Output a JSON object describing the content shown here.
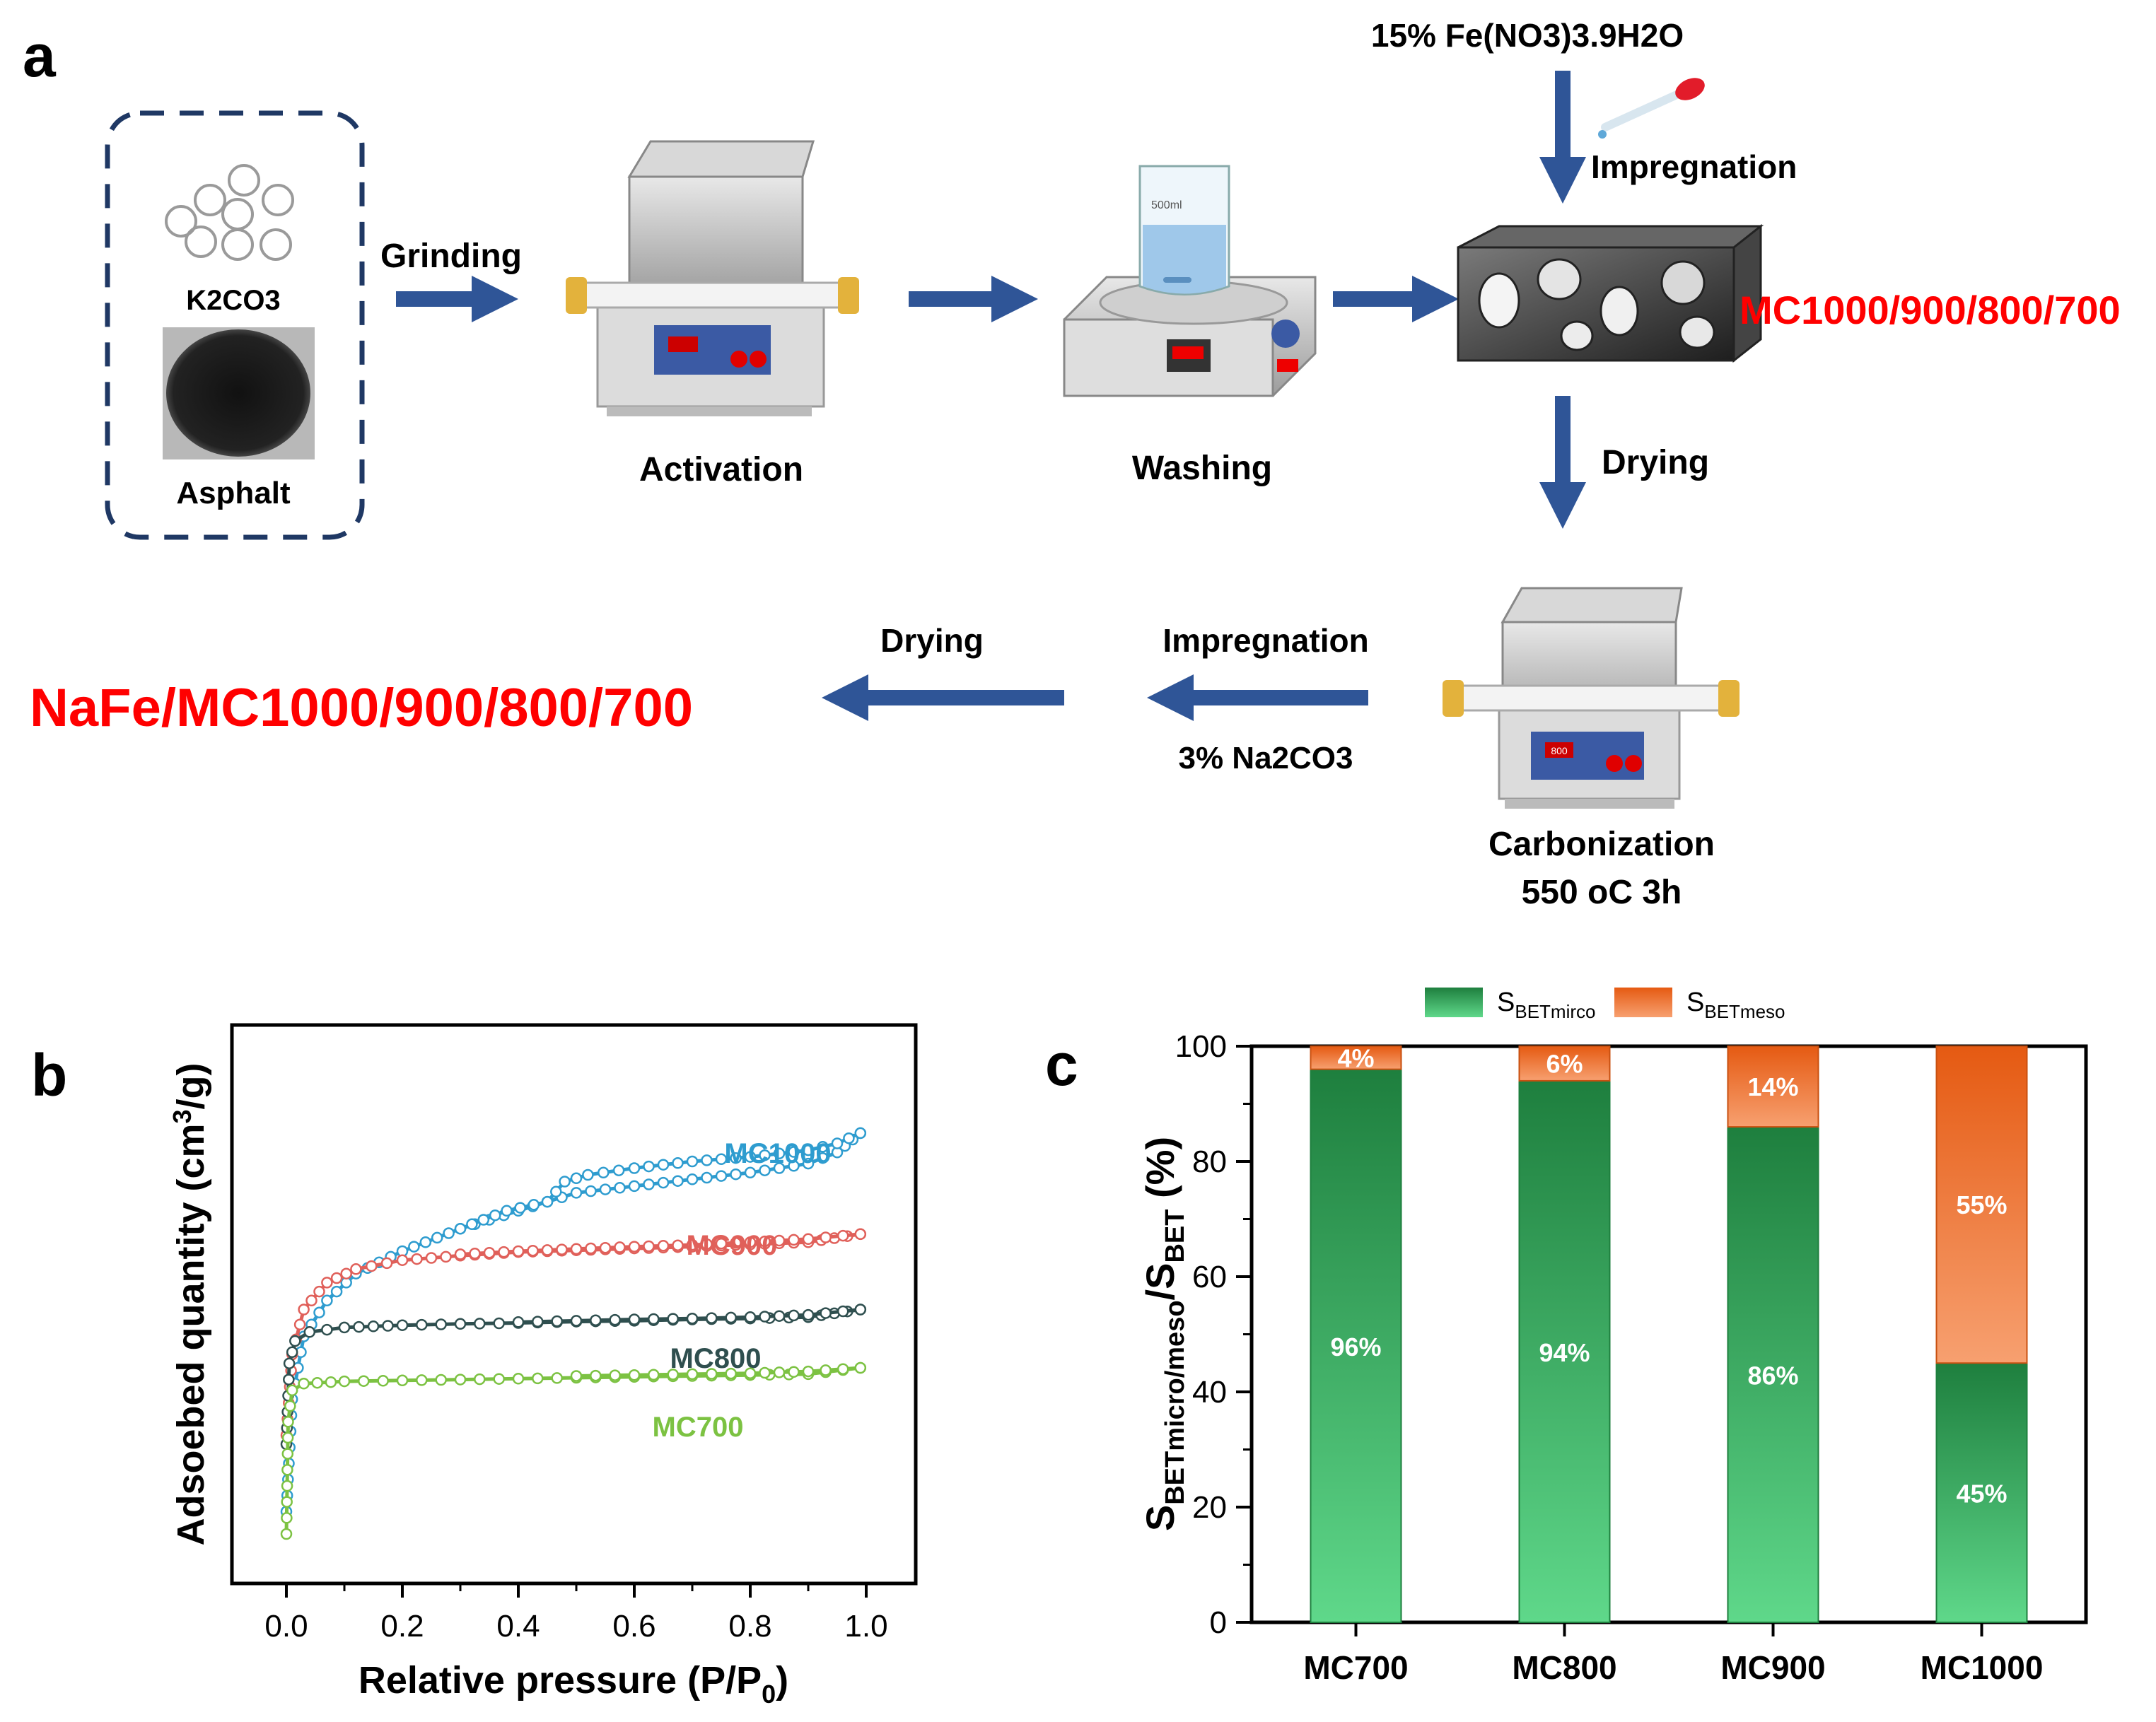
{
  "panel_a": {
    "label": "a",
    "precursor_k2co3": "K2CO3",
    "precursor_asphalt": "Asphalt",
    "step_grinding": "Grinding",
    "step_activation": "Activation",
    "step_washing": "Washing",
    "iron_salt": "15% Fe(NO3)3.9H2O",
    "step_impregnation_fe": "Impregnation",
    "product_mc": "MC1000/900/800/700",
    "step_drying_1": "Drying",
    "step_carbonization": "Carbonization",
    "carbonization_condition": "550 oC 3h",
    "step_impregnation_na": "Impregnation",
    "sodium_salt": "3% Na2CO3",
    "step_drying_2": "Drying",
    "product_final": "NaFe/MC1000/900/800/700",
    "furnace_display_value": "800",
    "beaker_volume": "500ml",
    "colors": {
      "arrow": "#2f5597",
      "product": "#ff0000",
      "dash_box": "#1f3864"
    }
  },
  "panel_b": {
    "label": "b",
    "chart_data": {
      "type": "line",
      "xlabel": "Relative pressure (P/P0)",
      "ylabel": "Adsoebed quantity (cm3/g)",
      "xlim": [
        -0.1,
        1.05
      ],
      "x_ticks": [
        "0.0",
        "0.2",
        "0.4",
        "0.6",
        "0.8",
        "1.0"
      ],
      "y_ticks_shown": false,
      "series": [
        {
          "name": "MC1000",
          "color": "#2e9ccf",
          "adsorption": [
            [
              0.0,
              0.05
            ],
            [
              0.01,
              0.3
            ],
            [
              0.03,
              0.44
            ],
            [
              0.07,
              0.52
            ],
            [
              0.12,
              0.58
            ],
            [
              0.2,
              0.63
            ],
            [
              0.3,
              0.68
            ],
            [
              0.4,
              0.72
            ],
            [
              0.5,
              0.76
            ],
            [
              0.6,
              0.775
            ],
            [
              0.7,
              0.79
            ],
            [
              0.8,
              0.805
            ],
            [
              0.9,
              0.825
            ],
            [
              0.95,
              0.85
            ],
            [
              0.99,
              0.893
            ]
          ],
          "desorption": [
            [
              0.99,
              0.893
            ],
            [
              0.95,
              0.87
            ],
            [
              0.9,
              0.855
            ],
            [
              0.8,
              0.84
            ],
            [
              0.7,
              0.83
            ],
            [
              0.6,
              0.815
            ],
            [
              0.52,
              0.8
            ],
            [
              0.48,
              0.785
            ],
            [
              0.45,
              0.74
            ],
            [
              0.38,
              0.72
            ],
            [
              0.3,
              0.68
            ]
          ]
        },
        {
          "name": "MC900",
          "color": "#e0605a",
          "adsorption": [
            [
              0.0,
              0.22
            ],
            [
              0.01,
              0.4
            ],
            [
              0.03,
              0.5
            ],
            [
              0.07,
              0.56
            ],
            [
              0.12,
              0.59
            ],
            [
              0.2,
              0.61
            ],
            [
              0.3,
              0.62
            ],
            [
              0.4,
              0.628
            ],
            [
              0.5,
              0.632
            ],
            [
              0.6,
              0.636
            ],
            [
              0.7,
              0.64
            ],
            [
              0.8,
              0.645
            ],
            [
              0.9,
              0.65
            ],
            [
              0.99,
              0.668
            ]
          ],
          "desorption": [
            [
              0.99,
              0.668
            ],
            [
              0.9,
              0.657
            ],
            [
              0.8,
              0.65
            ],
            [
              0.7,
              0.644
            ],
            [
              0.6,
              0.64
            ],
            [
              0.5,
              0.635
            ],
            [
              0.4,
              0.63
            ],
            [
              0.3,
              0.623
            ]
          ]
        },
        {
          "name": "MC800",
          "color": "#2f4f4f",
          "adsorption": [
            [
              0.0,
              0.2
            ],
            [
              0.005,
              0.38
            ],
            [
              0.015,
              0.43
            ],
            [
              0.04,
              0.45
            ],
            [
              0.1,
              0.46
            ],
            [
              0.2,
              0.465
            ],
            [
              0.3,
              0.468
            ],
            [
              0.4,
              0.47
            ],
            [
              0.5,
              0.473
            ],
            [
              0.6,
              0.475
            ],
            [
              0.7,
              0.478
            ],
            [
              0.8,
              0.48
            ],
            [
              0.9,
              0.483
            ],
            [
              0.99,
              0.5
            ]
          ],
          "desorption": [
            [
              0.99,
              0.5
            ],
            [
              0.9,
              0.488
            ],
            [
              0.8,
              0.483
            ],
            [
              0.7,
              0.48
            ],
            [
              0.6,
              0.478
            ],
            [
              0.5,
              0.475
            ],
            [
              0.4,
              0.472
            ]
          ]
        },
        {
          "name": "MC700",
          "color": "#7cc242",
          "adsorption": [
            [
              0.0,
              0.0
            ],
            [
              0.003,
              0.25
            ],
            [
              0.01,
              0.32
            ],
            [
              0.03,
              0.335
            ],
            [
              0.1,
              0.34
            ],
            [
              0.2,
              0.342
            ],
            [
              0.3,
              0.344
            ],
            [
              0.4,
              0.346
            ],
            [
              0.5,
              0.348
            ],
            [
              0.6,
              0.35
            ],
            [
              0.7,
              0.352
            ],
            [
              0.8,
              0.354
            ],
            [
              0.9,
              0.356
            ],
            [
              0.99,
              0.37
            ]
          ],
          "desorption": [
            [
              0.99,
              0.37
            ],
            [
              0.9,
              0.362
            ],
            [
              0.8,
              0.358
            ],
            [
              0.7,
              0.356
            ],
            [
              0.6,
              0.354
            ],
            [
              0.5,
              0.352
            ]
          ]
        }
      ]
    }
  },
  "panel_c": {
    "label": "c",
    "chart_data": {
      "type": "bar",
      "stacked": true,
      "categories": [
        "MC700",
        "MC800",
        "MC900",
        "MC1000"
      ],
      "series": [
        {
          "name": "SBETmirco",
          "color": "#2fae5e",
          "values": [
            96,
            94,
            86,
            45
          ],
          "labels": [
            "96%",
            "94%",
            "86%",
            "45%"
          ]
        },
        {
          "name": "SBETmeso",
          "color": "#f07a3a",
          "values": [
            4,
            6,
            14,
            55
          ],
          "labels": [
            "4%",
            "6%",
            "14%",
            "55%"
          ]
        }
      ],
      "ylabel": "SBETmicro/meso/SBET (%)",
      "ylim": [
        0,
        100
      ],
      "y_ticks": [
        "0",
        "20",
        "40",
        "60",
        "80",
        "100"
      ],
      "legend": "top"
    }
  }
}
